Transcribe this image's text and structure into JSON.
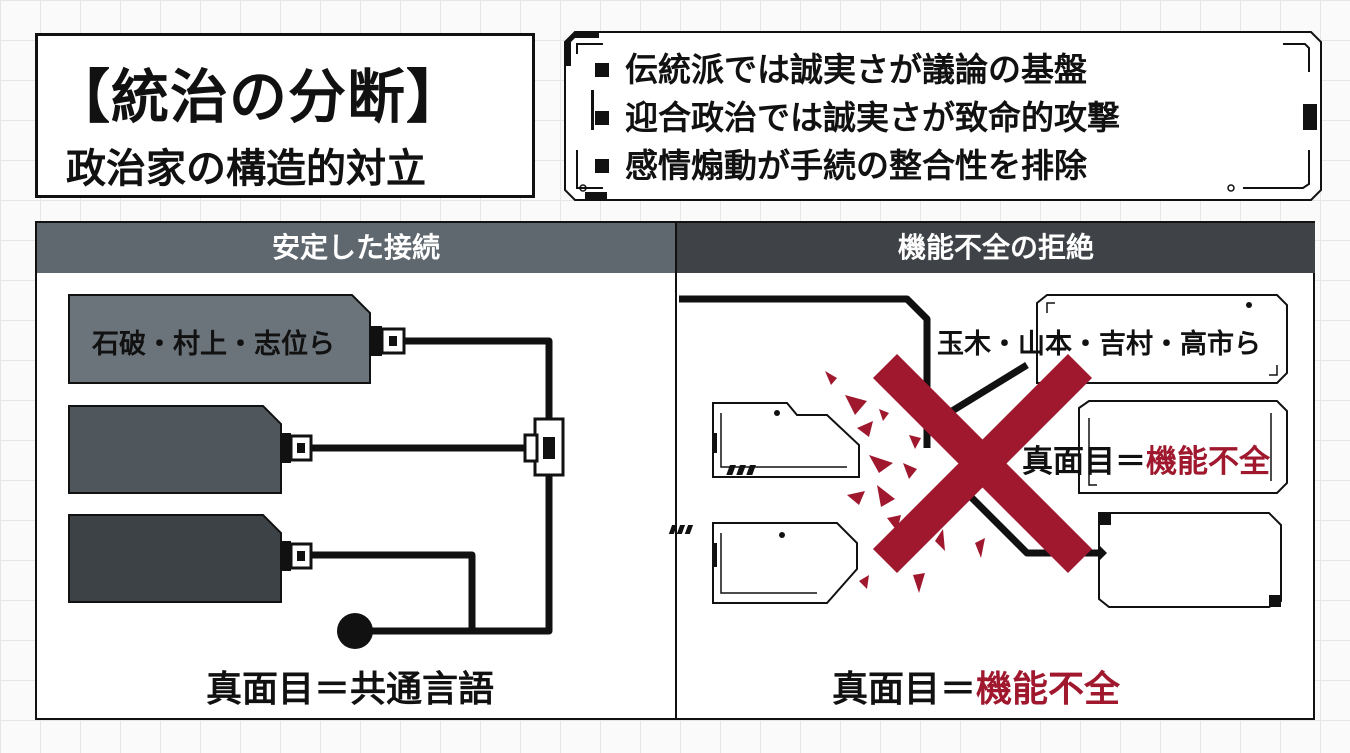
{
  "title": {
    "main": "【統治の分断】",
    "sub": "政治家の構造的対立"
  },
  "bullets": [
    "伝統派では誠実さが議論の基盤",
    "迎合政治では誠実さが致命的攻撃",
    "感情煽動が手続の整合性を排除"
  ],
  "left_panel": {
    "header": "安定した接続",
    "node_label": "石破・村上・志位ら",
    "caption": "真面目＝共通言語"
  },
  "right_panel": {
    "header": "機能不全の拒絶",
    "node_label": "玉木・山本・吉村・高市ら",
    "mid_prefix": "真面目＝",
    "mid_emph": "機能不全",
    "caption_prefix": "真面目＝",
    "caption_emph": "機能不全"
  },
  "colors": {
    "accent_red": "#a0182e",
    "header_left": "#5f686e",
    "header_right": "#3f4347",
    "node_light": "#6b747a",
    "node_mid": "#4f575c",
    "node_dark": "#3c4246"
  },
  "icons": [
    "plug-connector-icon",
    "t-junction-icon",
    "endpoint-dot-icon",
    "cross-x-icon",
    "shard-icon"
  ]
}
